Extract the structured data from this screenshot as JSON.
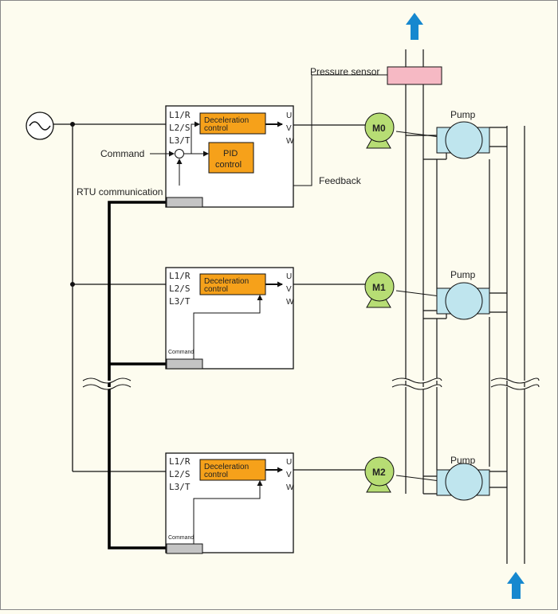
{
  "source": {
    "symbol_name": "ac-source-icon"
  },
  "sensor": {
    "label": "Pressure sensor"
  },
  "signals": {
    "command": "Command",
    "feedback": "Feedback",
    "rtu": "RTU communication"
  },
  "inverters": [
    {
      "terminals_in": [
        "L1/R",
        "L2/S",
        "L3/T"
      ],
      "terminals_out": [
        "U",
        "V",
        "W"
      ],
      "deceleration": [
        "Deceleration",
        "control"
      ],
      "pid": [
        "PID",
        "control"
      ],
      "command_tag": ""
    },
    {
      "terminals_in": [
        "L1/R",
        "L2/S",
        "L3/T"
      ],
      "terminals_out": [
        "U",
        "V",
        "W"
      ],
      "deceleration": [
        "Deceleration",
        "control"
      ],
      "command_tag": "Command"
    },
    {
      "terminals_in": [
        "L1/R",
        "L2/S",
        "L3/T"
      ],
      "terminals_out": [
        "U",
        "V",
        "W"
      ],
      "deceleration": [
        "Deceleration",
        "control"
      ],
      "command_tag": "Command"
    }
  ],
  "motors": [
    "M0",
    "M1",
    "M2"
  ],
  "pumps": [
    "Pump",
    "Pump",
    "Pump"
  ],
  "colors": {
    "background": "#fdfcef",
    "deceleration_block": "#f6a11a",
    "motor": "#b7dd74",
    "pump": "#bfe5ee",
    "pressure_sensor": "#f6b9c4",
    "flow_arrow": "#1688cf",
    "comm_port": "#c4c4c4"
  }
}
